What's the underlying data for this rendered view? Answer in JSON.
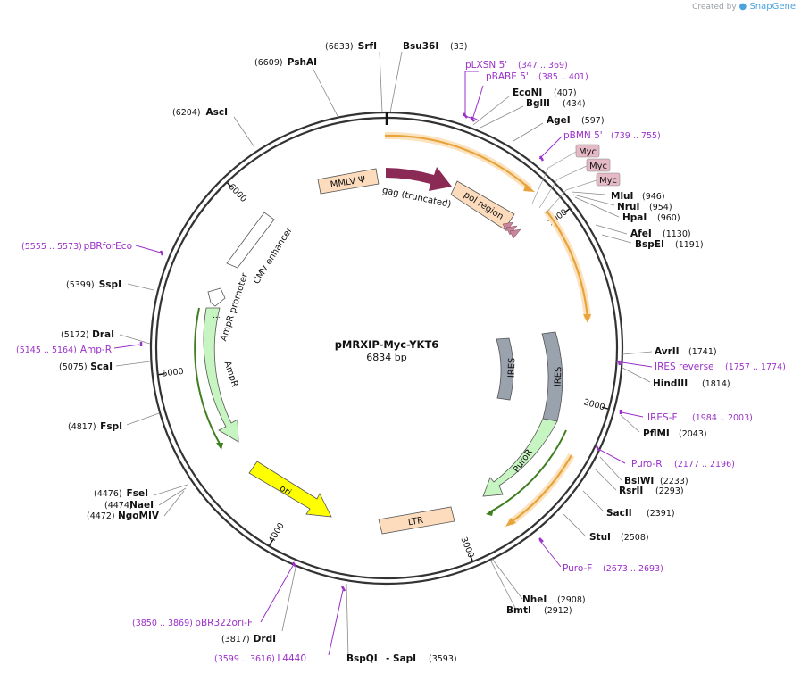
{
  "watermark": {
    "prefix": "Created by",
    "brand": "SnapGene"
  },
  "plasmid": {
    "name": "pMRXIP-Myc-YKT6",
    "length_label": "6834 bp",
    "length": 6834
  },
  "ticks": [
    {
      "pos": 1000,
      "label": "1000"
    },
    {
      "pos": 2000,
      "label": "2000"
    },
    {
      "pos": 3000,
      "label": "3000"
    },
    {
      "pos": 4000,
      "label": "4000"
    },
    {
      "pos": 5000,
      "label": "5000"
    },
    {
      "pos": 6000,
      "label": "6000"
    }
  ],
  "sites": [
    {
      "name": "SrfI",
      "pos_label": "(6833)"
    },
    {
      "name": "Bsu36I",
      "pos_label": "(33)"
    },
    {
      "name": "PshAI",
      "pos_label": "(6609)"
    },
    {
      "name": "AscI",
      "pos_label": "(6204)"
    },
    {
      "name": "EcoNI",
      "pos_label": "(407)"
    },
    {
      "name": "BglII",
      "pos_label": "(434)"
    },
    {
      "name": "AgeI",
      "pos_label": "(597)"
    },
    {
      "name": "MluI",
      "pos_label": "(946)"
    },
    {
      "name": "NruI",
      "pos_label": "(954)"
    },
    {
      "name": "HpaI",
      "pos_label": "(960)"
    },
    {
      "name": "AfeI",
      "pos_label": "(1130)"
    },
    {
      "name": "BspEI",
      "pos_label": "(1191)"
    },
    {
      "name": "AvrII",
      "pos_label": "(1741)"
    },
    {
      "name": "HindIII",
      "pos_label": "(1814)"
    },
    {
      "name": "PflMI",
      "pos_label": "(2043)"
    },
    {
      "name": "BsiWI",
      "pos_label": "(2233)"
    },
    {
      "name": "RsrII",
      "pos_label": "(2293)"
    },
    {
      "name": "SacII",
      "pos_label": "(2391)"
    },
    {
      "name": "StuI",
      "pos_label": "(2508)"
    },
    {
      "name": "NheI",
      "pos_label": "(2908)"
    },
    {
      "name": "BmtI",
      "pos_label": "(2912)"
    },
    {
      "name": "BspQI",
      "pos_label": ""
    },
    {
      "name": "- SapI",
      "pos_label": "(3593)"
    },
    {
      "name": "DrdI",
      "pos_label": "(3817)"
    },
    {
      "name": "FseI",
      "pos_label": "(4476)"
    },
    {
      "name": "NaeI",
      "pos_label": "(4474)"
    },
    {
      "name": "NgoMIV",
      "pos_label": "(4472)"
    },
    {
      "name": "FspI",
      "pos_label": "(4817)"
    },
    {
      "name": "ScaI",
      "pos_label": "(5075)"
    },
    {
      "name": "DraI",
      "pos_label": "(5172)"
    },
    {
      "name": "SspI",
      "pos_label": "(5399)"
    }
  ],
  "primers": [
    {
      "name": "pLXSN 5'",
      "range": "(347 .. 369)"
    },
    {
      "name": "pBABE 5'",
      "range": "(385 .. 401)"
    },
    {
      "name": "pBMN 5'",
      "range": "(739 .. 755)"
    },
    {
      "name": "IRES reverse",
      "range": "(1757 .. 1774)"
    },
    {
      "name": "IRES-F",
      "range": "(1984 .. 2003)"
    },
    {
      "name": "Puro-R",
      "range": "(2177 .. 2196)"
    },
    {
      "name": "Puro-F",
      "range": "(2673 .. 2693)"
    },
    {
      "name": "L4440",
      "range": "(3599 .. 3616)"
    },
    {
      "name": "pBR322ori-F",
      "range": "(3850 .. 3869)"
    },
    {
      "name": "Amp-R",
      "range": "(5145 .. 5164)"
    },
    {
      "name": "pBRforEco",
      "range": "(5555 .. 5573)"
    }
  ],
  "features": {
    "mmlv": "MMLV Ψ",
    "gag": "gag (truncated)",
    "pol": "pol region",
    "myc_tags": [
      "Myc",
      "Myc",
      "Myc"
    ],
    "ires_outer": "IRES",
    "ires_inner": "IRES",
    "puror": "PuroR",
    "ltr": "LTR",
    "ori": "ori",
    "ampr": "AmpR",
    "ampr_promoter": "AmpR promoter",
    "cmv": "CMV enhancer",
    "ampr_dots": "..."
  },
  "colors": {
    "backbone": "#333333",
    "primer": "#9b30c9",
    "site_line": "#888888",
    "orf_orange": "#e8a33a",
    "orf_fill": "#fbe3bf",
    "gag": "#8b2a55",
    "feature_tan": "#fcdcbd",
    "myc": "#e6b9c6",
    "ires_gray": "#9aa2ad",
    "ampr_green": "#c7f5c1",
    "green_arrow": "#3f7f1f",
    "ori_yellow": "#ffff00",
    "white_feature": "#ffffff"
  }
}
